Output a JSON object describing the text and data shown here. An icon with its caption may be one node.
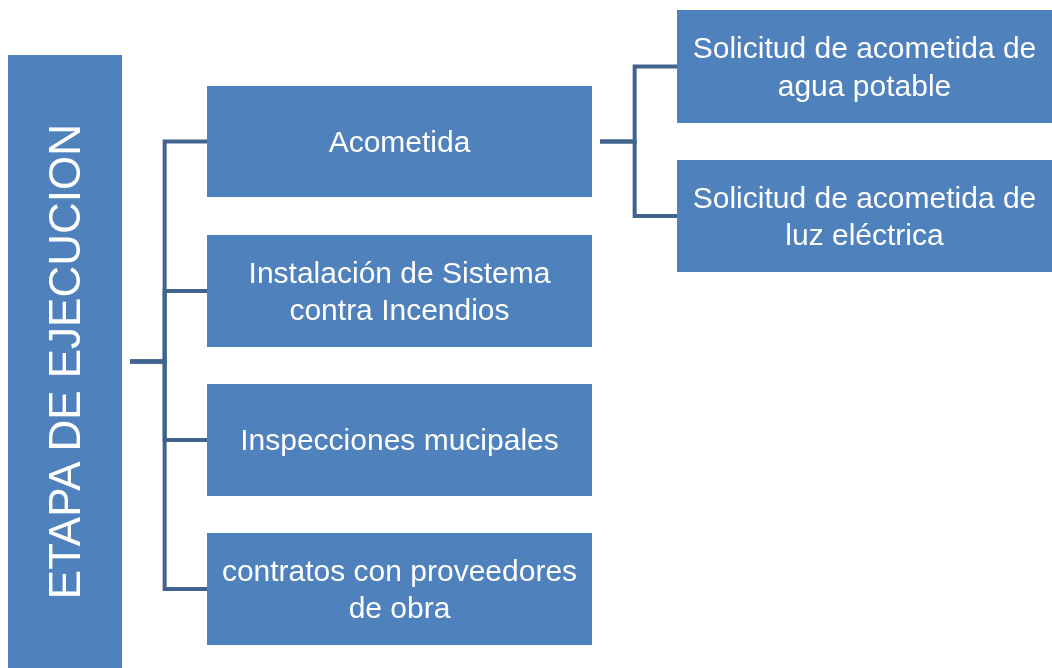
{
  "diagram": {
    "nodes": [
      {
        "text": [
          "ETAPA DE EJECUCION"
        ]
      },
      {
        "text": [
          "Acometida"
        ]
      },
      {
        "text": [
          "Instalación de Sistema contra Incendios"
        ]
      },
      {
        "text": [
          "Inspecciones mucipales"
        ]
      },
      {
        "text": [
          "contratos con proveedores de obra"
        ]
      },
      {
        "text": [
          "Solicitud de acometida de agua potable"
        ]
      },
      {
        "text": [
          "Solicitud de acometida de luz eléctrica"
        ]
      }
    ],
    "edges": [
      {
        "from": 0,
        "to": 1,
        "arrow": "none"
      },
      {
        "from": 0,
        "to": 2,
        "arrow": "none"
      },
      {
        "from": 0,
        "to": 3,
        "arrow": "none"
      },
      {
        "from": 0,
        "to": 4,
        "arrow": "none"
      },
      {
        "from": 1,
        "to": 5,
        "arrow": "none"
      },
      {
        "from": 1,
        "to": 6,
        "arrow": "none"
      }
    ]
  }
}
